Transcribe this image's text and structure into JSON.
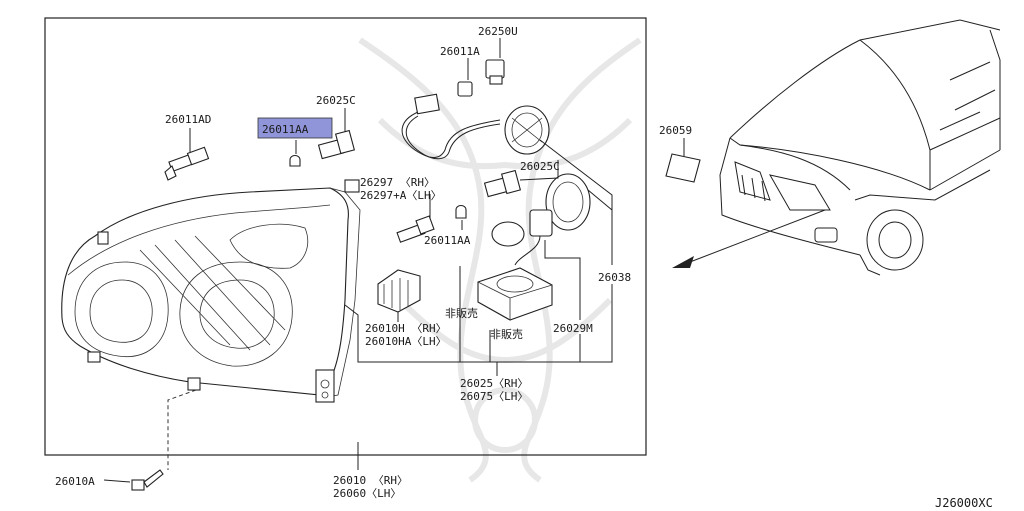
{
  "diagram_code": "J26000XC",
  "highlight_color": "#8f95d8",
  "labels": {
    "p26250U": "26250U",
    "p26011A": "26011A",
    "p26011AD": "26011AD",
    "p26011AA_top": "26011AA",
    "p26025C_top": "26025C",
    "p26025C_mid": "26025C",
    "p26297_rh": "26297 〈RH〉",
    "p26297_lh": "26297+A〈LH〉",
    "p26011AA_mid": "26011AA",
    "p26038": "26038",
    "p26059": "26059",
    "p26010H": "26010H 〈RH〉",
    "p26010HA": "26010HA〈LH〉",
    "not_for_sale_1": "非販売",
    "not_for_sale_2": "非販売",
    "p26029M": "26029M",
    "p26025_rh": "26025〈RH〉",
    "p26075_lh": "26075〈LH〉",
    "p26010A": "26010A",
    "p26010_rh": "26010 〈RH〉",
    "p26060_lh": "26060〈LH〉"
  }
}
